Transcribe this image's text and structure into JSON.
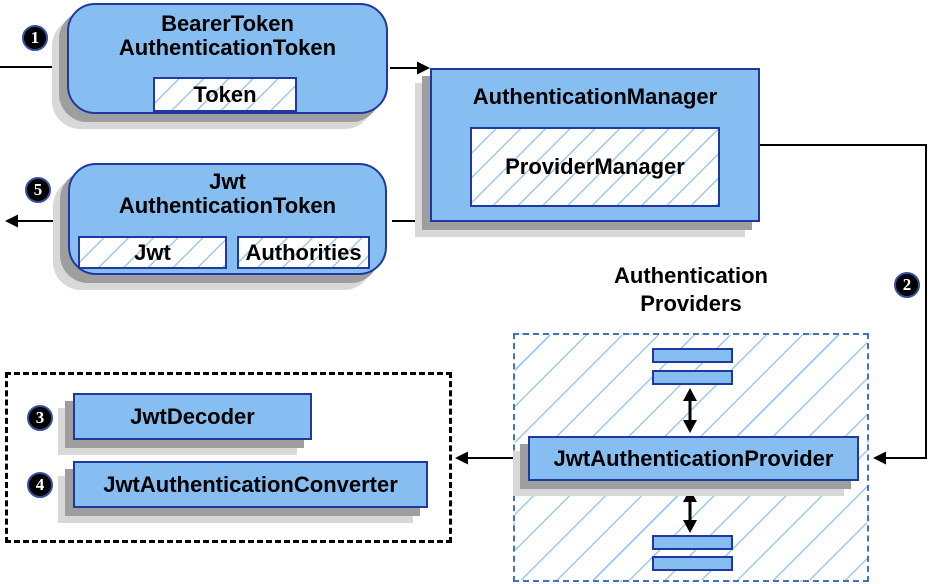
{
  "badges": {
    "step1": "1",
    "step2": "2",
    "step3": "3",
    "step4": "4",
    "step5": "5"
  },
  "bearer_box": {
    "title_line1": "BearerToken",
    "title_line2": "AuthenticationToken",
    "token_field": "Token"
  },
  "auth_manager": {
    "title": "AuthenticationManager",
    "provider_manager": "ProviderManager"
  },
  "jwt_box": {
    "title_line1": "Jwt",
    "title_line2": "AuthenticationToken",
    "jwt_field": "Jwt",
    "authorities_field": "Authorities"
  },
  "providers": {
    "label_line1": "Authentication",
    "label_line2": "Providers",
    "provider_title": "JwtAuthenticationProvider"
  },
  "decoders": {
    "decoder_title": "JwtDecoder",
    "converter_title": "JwtAuthenticationConverter"
  },
  "colors": {
    "box_fill": "#87BEF2",
    "box_border": "#21399E",
    "hatch_line": "#9EC7F0",
    "shadow_dark": "#9E9E9E",
    "shadow_light": "#D8D8D8",
    "dashed_blue": "#4472B8",
    "dashed_black": "#000000",
    "arrow": "#000000",
    "badge_bg": "#000000",
    "badge_text": "#FFFFFF"
  }
}
